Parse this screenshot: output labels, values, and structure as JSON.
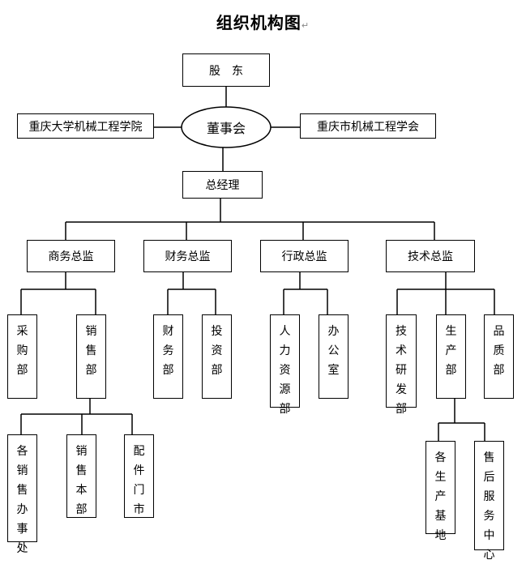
{
  "title": "组织机构图",
  "nodes": {
    "shareholders": "股　东",
    "board": "董事会",
    "left_partner": "重庆大学机械工程学院",
    "right_partner": "重庆市机械工程学会",
    "gm": "总经理",
    "commerce_director": "商务总监",
    "finance_director": "财务总监",
    "admin_director": "行政总监",
    "tech_director": "技术总监",
    "purchasing": "采\n购\n部",
    "sales": "销\n售\n部",
    "finance_dept": "财\n务\n部",
    "investment": "投\n资\n部",
    "hr": "人\n力\n资\n源\n部",
    "office": "办\n公\n室",
    "rd": "技\n术\n研\n发\n部",
    "production": "生\n产\n部",
    "quality": "品\n质\n部",
    "sales_offices": "各\n销\n售\n办\n事\n处",
    "sales_hq": "销\n售\n本\n部",
    "parts_store": "配\n件\n门\n市",
    "production_bases": "各\n生\n产\n基\n地",
    "after_sales": "售\n后\n服\n务\n中\n心"
  }
}
